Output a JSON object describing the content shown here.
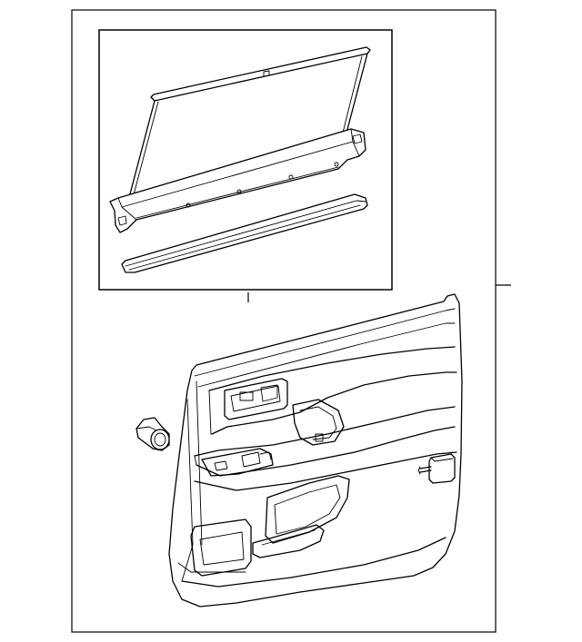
{
  "diagram": {
    "parts": [
      {
        "id": "outer-frame",
        "name": "assembly-frame"
      },
      {
        "id": "sunshade-inset",
        "name": "sunshade-inset-box"
      },
      {
        "id": "sunshade-curtain",
        "name": "sunshade-curtain"
      },
      {
        "id": "sunshade-rail",
        "name": "sunshade-mounting-rail"
      },
      {
        "id": "sunshade-strip",
        "name": "belt-moulding-strip"
      },
      {
        "id": "door-trim-panel",
        "name": "door-trim-panel"
      },
      {
        "id": "grommet-clip",
        "name": "grommet-clip"
      },
      {
        "id": "push-clip",
        "name": "push-clip"
      }
    ],
    "callouts": [
      {
        "id": "callout-right",
        "name": "assembly-callout-line"
      },
      {
        "id": "callout-inset",
        "name": "inset-callout-line"
      }
    ]
  }
}
